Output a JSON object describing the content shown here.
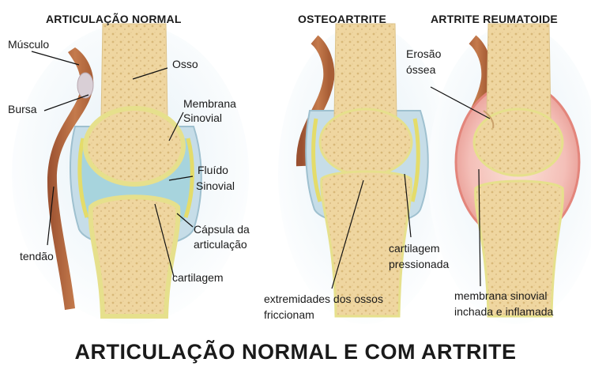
{
  "headings": {
    "normal": "ARTICULAÇÃO NORMAL",
    "osteo": "OSTEOARTRITE",
    "reuma": "ARTRITE REUMATOIDE"
  },
  "labels": {
    "musculo": "Músculo",
    "bursa": "Bursa",
    "tendao": "tendão",
    "osso": "Osso",
    "membrana_1": "Membrana",
    "membrana_2": "Sinovial",
    "fluido_1": "Fluído",
    "fluido_2": "Sinovial",
    "capsula_1": "Cápsula da",
    "capsula_2": "articulação",
    "cartilagem": "cartilagem",
    "extremidades_1": "extremidades dos ossos",
    "extremidades_2": "friccionam",
    "cartilagem_press_1": "cartilagem",
    "cartilagem_press_2": "pressionada",
    "erosao_1": "Erosão",
    "erosao_2": "óssea",
    "membrana_inchada_1": "membrana sinovial",
    "membrana_inchada_2": "inchada e inflamada"
  },
  "title": "ARTICULAÇÃO NORMAL E COM ARTRITE",
  "colors": {
    "bone": "#efd9a6",
    "bone_edge": "#e0c58d",
    "cartilage": "#f3f0a8",
    "cartilage_edge": "#d8d27a",
    "synovial_fluid": "#a6d3dc",
    "capsule": "#c9dfe8",
    "membrane": "#e9e27c",
    "muscle": "#b86b42",
    "inflamed": "#f1b5b2",
    "background_blue": "#dceaf3"
  }
}
